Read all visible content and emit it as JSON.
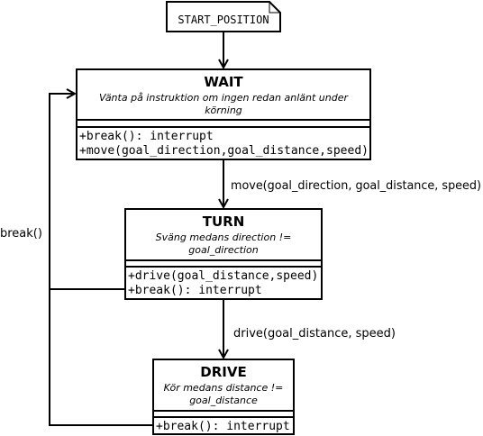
{
  "note": {
    "label": "START_POSITION"
  },
  "states": {
    "wait": {
      "title": "WAIT",
      "desc_line1": "Vänta på instruktion om ingen redan anlänt under",
      "desc_line2": "körning",
      "methods": [
        "+break(): interrupt",
        "+move(goal_direction,goal_distance,speed)"
      ]
    },
    "turn": {
      "title": "TURN",
      "desc_line1": "Sväng medans direction !=",
      "desc_line2": "goal_direction",
      "methods": [
        "+drive(goal_distance,speed)",
        "+break(): interrupt"
      ]
    },
    "drive": {
      "title": "DRIVE",
      "desc_line1": "Kör medans distance !=",
      "desc_line2": "goal_distance",
      "methods": [
        "+break(): interrupt"
      ]
    }
  },
  "transitions": {
    "move": "move(goal_direction, goal_distance, speed)",
    "drive": "drive(goal_distance, speed)",
    "break": "break()"
  }
}
